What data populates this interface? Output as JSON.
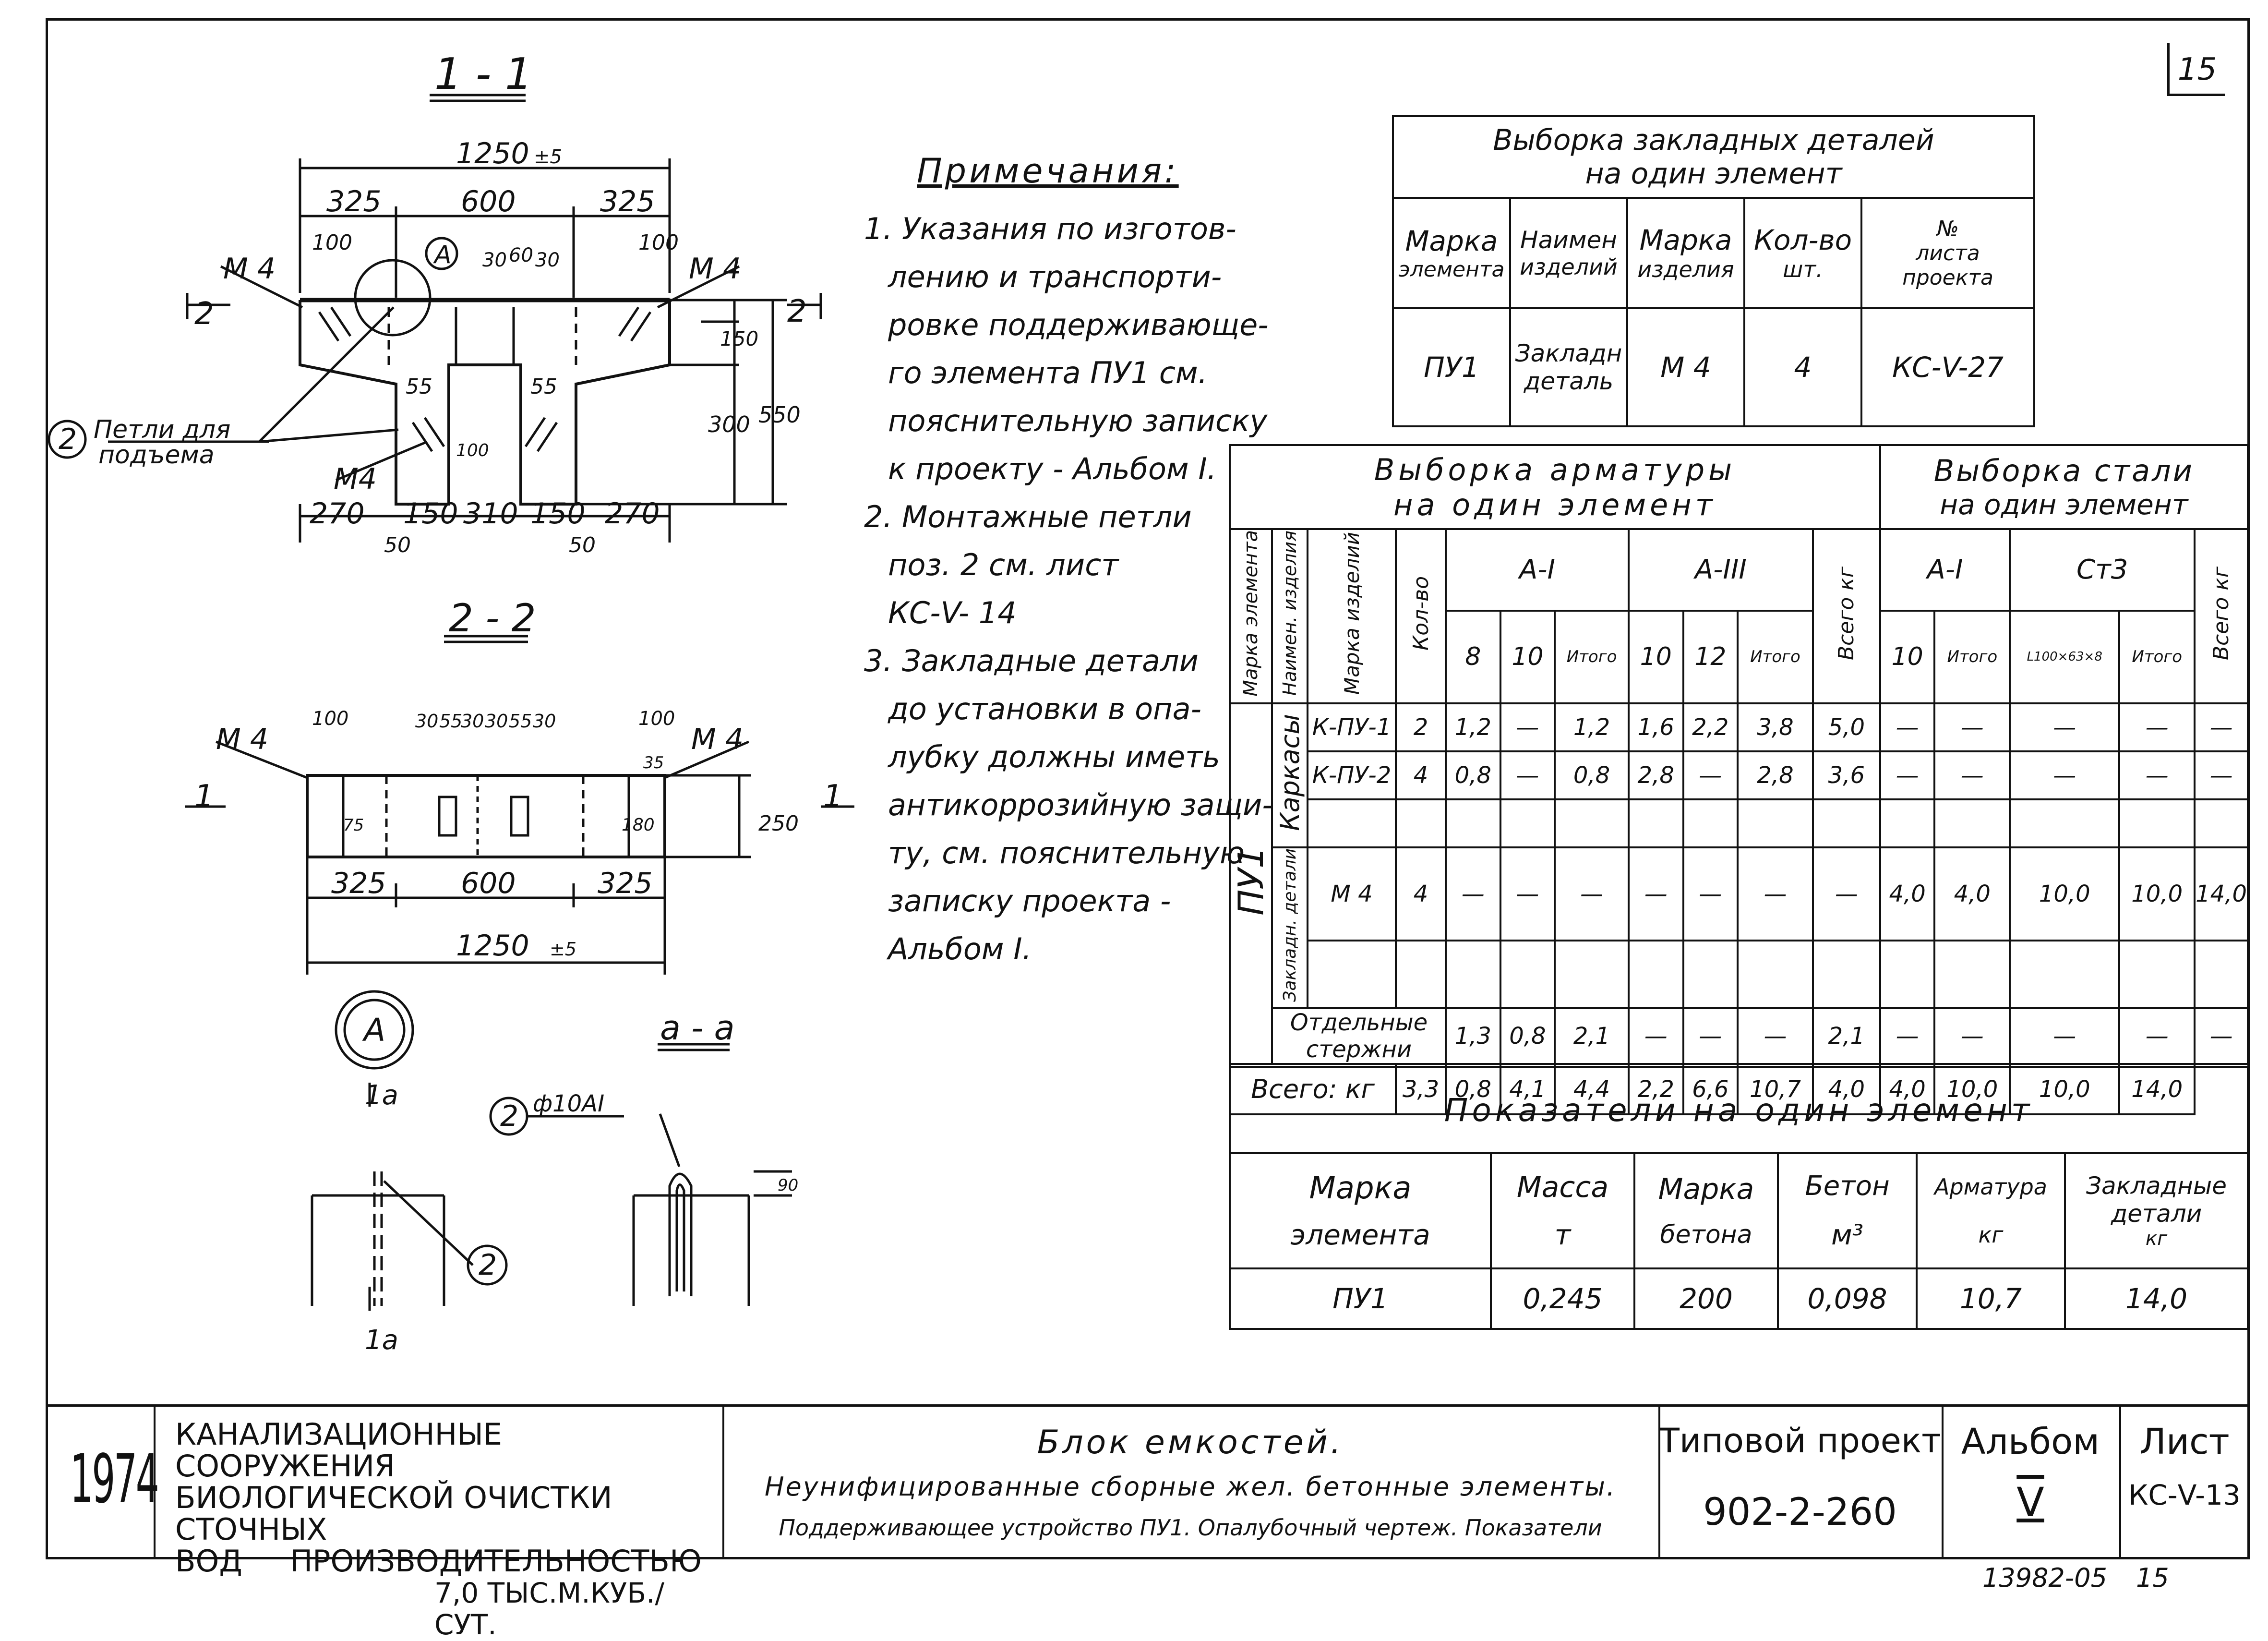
{
  "sheet_number": "15",
  "drawing": {
    "section_1_1": "1 - 1",
    "section_2_2": "2 - 2",
    "section_a_a": "a - a",
    "callout_a": "A",
    "callout_a_ref": "1a",
    "callout_a_section": "1a",
    "dim_1250": "1250",
    "tol": "±5",
    "dim_325": "325",
    "dim_600": "600",
    "dim_100": "100",
    "dim_30": "30",
    "dim_60": "60",
    "dim_55": "55",
    "dim_150": "150",
    "dim_300": "300",
    "dim_550": "550",
    "dim_270": "270",
    "dim_310": "310",
    "dim_50": "50",
    "dim_250": "250",
    "dim_35": "35",
    "dim_180": "180",
    "dim_75": "75",
    "dim_90": "90",
    "mark_m4": "М 4",
    "mark_m4b": "М4",
    "pos_2": "2",
    "loops_label_1": "Петли для",
    "loops_label_2": "подъема",
    "rebar": "ф10АI",
    "section_mark_2": "2",
    "section_mark_1": "1"
  },
  "notes": {
    "title": "Примечания:",
    "lines": [
      "1. Указания по изготов-",
      "лению и транспорти-",
      "ровке поддерживающе-",
      "го элемента ПУ1 см.",
      "пояснительную записку",
      "к проекту - Альбом I.",
      "2. Монтажные петли",
      "поз. 2 см. лист",
      "КС-V- 14",
      "3. Закладные детали",
      "до установки в опа-",
      "лубку должны иметь",
      "антикоррозийную защи-",
      "ту, см. пояснительную",
      "записку проекта -",
      "Альбом I."
    ]
  },
  "embedded_table": {
    "title_1": "Выборка закладных деталей",
    "title_2": "на один элемент",
    "headers": [
      [
        "Марка",
        "элемента"
      ],
      [
        "Наимен",
        "изделий"
      ],
      [
        "Марка",
        "изделия"
      ],
      [
        "Кол-во",
        "шт."
      ],
      [
        "№",
        "листа",
        "проекта"
      ]
    ],
    "row": [
      "ПУ1",
      "Закладн",
      "деталь",
      "М 4",
      "4",
      "КС-V-27"
    ]
  },
  "rebar_table": {
    "title_rebar_1": "Выборка арматуры",
    "title_rebar_2": "на один элемент",
    "title_steel_1": "Выборка стали",
    "title_steel_2": "на один элемент",
    "col_mark": "Марка элемента",
    "col_name": "Наимен. изделия",
    "col_item": "Марка изделий",
    "col_qty": "Кол-во",
    "grp_a1": "A-I",
    "grp_a3": "A-III",
    "col_total_kg": "Всего кг",
    "grp_steel_a1": "A-I",
    "grp_st3": "Ст3",
    "col_total_kg2": "Всего кг",
    "sub": [
      "8",
      "10",
      "Итого",
      "10",
      "12",
      "Итого",
      "10",
      "Итого",
      "L100×63×8",
      "Итого"
    ],
    "element": "ПУ1",
    "grp_frames": "Каркасы",
    "grp_embedded": "Закладн. детали",
    "rows": [
      [
        "К-ПУ-1",
        "2",
        "1,2",
        "—",
        "1,2",
        "1,6",
        "2,2",
        "3,8",
        "5,0",
        "—",
        "—",
        "—",
        "—",
        "—"
      ],
      [
        "К-ПУ-2",
        "4",
        "0,8",
        "—",
        "0,8",
        "2,8",
        "—",
        "2,8",
        "3,6",
        "—",
        "—",
        "—",
        "—",
        "—"
      ],
      [
        "М 4",
        "4",
        "—",
        "—",
        "—",
        "—",
        "—",
        "—",
        "—",
        "4,0",
        "4,0",
        "10,0",
        "10,0",
        "14,0"
      ]
    ],
    "separate_label_1": "Отдельные",
    "separate_label_2": "стержни",
    "separate_row": [
      "1,3",
      "0,8",
      "2,1",
      "—",
      "—",
      "—",
      "2,1",
      "—",
      "—",
      "—",
      "—",
      "—"
    ],
    "total_label": "Всего: кг",
    "total_row": [
      "3,3",
      "0,8",
      "4,1",
      "4,4",
      "2,2",
      "6,6",
      "10,7",
      "4,0",
      "4,0",
      "10,0",
      "10,0",
      "14,0"
    ]
  },
  "indicators_table": {
    "title": "Показатели на один элемент",
    "headers": [
      [
        "Марка",
        "элемента"
      ],
      [
        "Масса",
        "т"
      ],
      [
        "Марка",
        "бетона"
      ],
      [
        "Бетон",
        "м³"
      ],
      [
        "Арматура",
        "кг"
      ],
      [
        "Закладные",
        "детали",
        "кг"
      ]
    ],
    "row": [
      "ПУ1",
      "0,245",
      "200",
      "0,098",
      "10,7",
      "14,0"
    ]
  },
  "title_block": {
    "year": "1974",
    "org_lines": [
      "КАНАЛИЗАЦИОННЫЕ СООРУЖЕНИЯ",
      "БИОЛОГИЧЕСКОЙ ОЧИСТКИ СТОЧНЫХ",
      "ВОД ПРОИЗВОДИТЕЛЬНОСТЬЮ",
      "7,0 ТЫС.М.КУБ./СУТ."
    ],
    "name_1": "Блок емкостей.",
    "name_2": "Неунифицированные сборные жел. бетонные элементы.",
    "name_3": "Поддерживающее устройство ПУ1. Опалубочный чертеж. Показатели",
    "project_label": "Типовой проект",
    "project_number": "902-2-260",
    "album_label": "Альбом",
    "album_value": "V",
    "sheet_label": "Лист",
    "sheet_value": "КС-V-13"
  },
  "footer": {
    "code": "13982-05",
    "page": "15"
  }
}
